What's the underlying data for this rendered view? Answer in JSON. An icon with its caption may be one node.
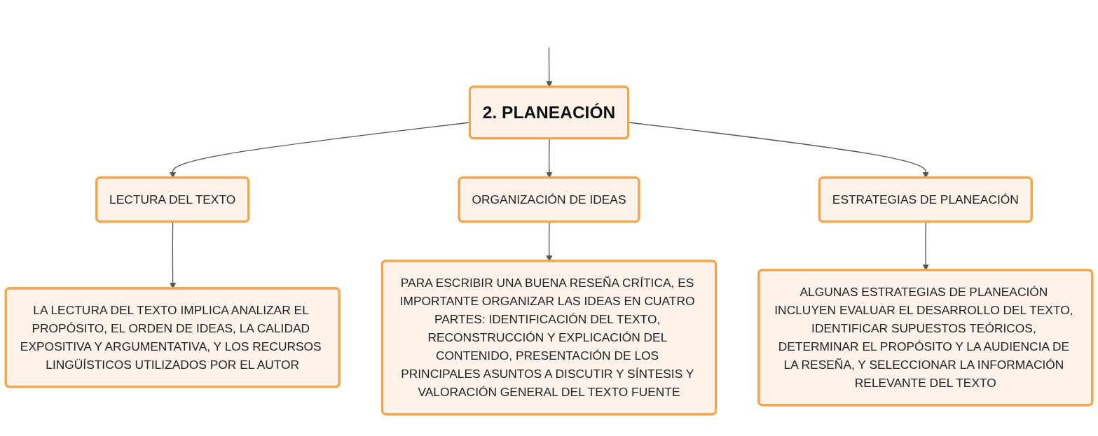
{
  "diagram": {
    "nodes": [
      {
        "text": [
          "2. PLANEACIÓN"
        ]
      },
      {
        "text": [
          "LECTURA DEL TEXTO"
        ]
      },
      {
        "text": [
          "ORGANIZACIÓN DE IDEAS"
        ]
      },
      {
        "text": [
          "ESTRATEGIAS DE PLANEACIÓN"
        ]
      },
      {
        "text": [
          "LA LECTURA DEL TEXTO IMPLICA ANALIZAR EL PROPÓSITO, EL ORDEN DE IDEAS, LA CALIDAD EXPOSITIVA Y ARGUMENTATIVA, Y LOS RECURSOS LINGÜÍSTICOS UTILIZADOS POR EL AUTOR"
        ]
      },
      {
        "text": [
          "PARA ESCRIBIR UNA BUENA RESEÑA CRÍTICA, ES IMPORTANTE ORGANIZAR LAS IDEAS EN CUATRO PARTES: IDENTIFICACIÓN DEL TEXTO, RECONSTRUCCIÓN Y EXPLICACIÓN DEL CONTENIDO, PRESENTACIÓN DE LOS PRINCIPALES ASUNTOS A DISCUTIR Y SÍNTESIS Y VALORACIÓN GENERAL DEL TEXTO FUENTE"
        ]
      },
      {
        "text": [
          "ALGUNAS ESTRATEGIAS DE PLANEACIÓN INCLUYEN EVALUAR EL DESARROLLO DEL TEXTO, IDENTIFICAR SUPUESTOS TEÓRICOS, DETERMINAR EL PROPÓSITO Y LA AUDIENCIA DE LA RESEÑA, Y SELECCIONAR LA INFORMACIÓN RELEVANTE DEL TEXTO"
        ]
      }
    ],
    "edges": [
      {
        "from": null,
        "to": 0,
        "arrow": "to"
      },
      {
        "from": 0,
        "to": 1,
        "arrow": "to"
      },
      {
        "from": 0,
        "to": 2,
        "arrow": "to"
      },
      {
        "from": 0,
        "to": 3,
        "arrow": "to"
      },
      {
        "from": 1,
        "to": 4,
        "arrow": "to"
      },
      {
        "from": 2,
        "to": 5,
        "arrow": "to"
      },
      {
        "from": 3,
        "to": 6,
        "arrow": "to"
      }
    ]
  }
}
